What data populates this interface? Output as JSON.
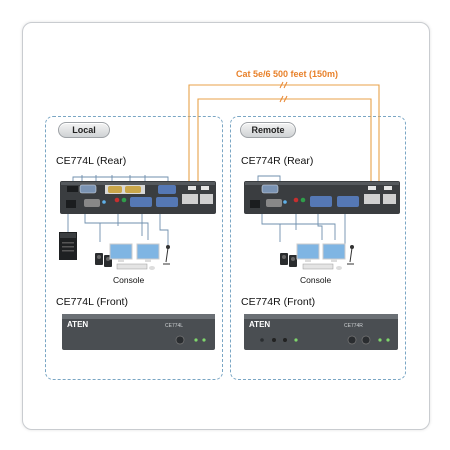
{
  "cable": {
    "label": "Cat 5e/6 500 feet (150m)",
    "color": "#e8a24a"
  },
  "local": {
    "badge": "Local",
    "rear_title": "CE774L (Rear)",
    "front_title": "CE774L (Front)",
    "console_label": "Console",
    "front_brand": "ATEN",
    "front_model": "CE774L"
  },
  "remote": {
    "badge": "Remote",
    "rear_title": "CE774R (Rear)",
    "front_title": "CE774R (Front)",
    "console_label": "Console",
    "front_brand": "ATEN",
    "front_model": "CE774R"
  },
  "colors": {
    "panel_border": "#7aa6c4",
    "device_body": "#3a3d40",
    "wire": "#6f8fae",
    "accent": "#e8812a"
  },
  "icons": [
    "server-tower-icon",
    "monitor-icon",
    "speaker-icon",
    "keyboard-icon",
    "mouse-icon",
    "microphone-icon"
  ]
}
